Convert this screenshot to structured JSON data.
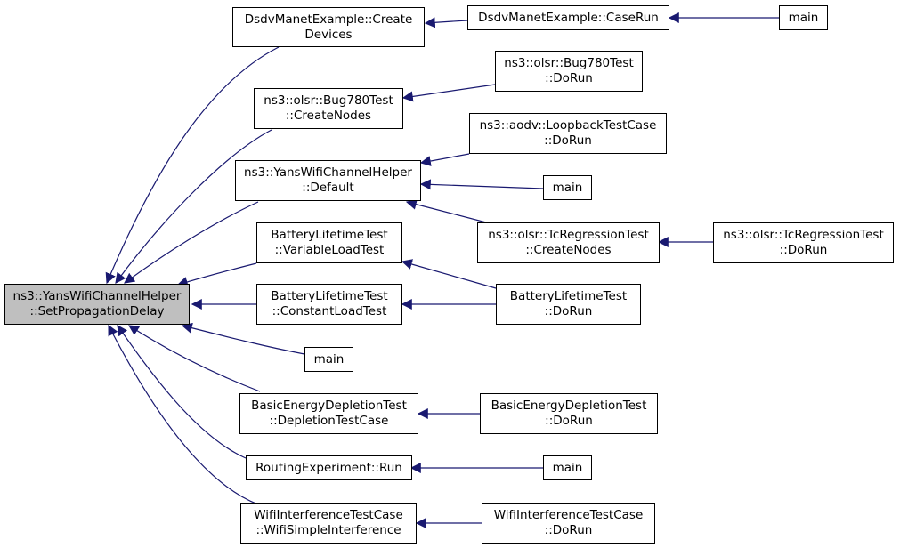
{
  "colors": {
    "edge": "#191970",
    "root_fill": "#bfbfbf",
    "node_fill": "#ffffff",
    "border": "#000000"
  },
  "nodes": {
    "root": [
      "ns3::YansWifiChannelHelper",
      "::SetPropagationDelay"
    ],
    "dsdv_create": [
      "DsdvManetExample::Create",
      "Devices"
    ],
    "dsdv_caserun": [
      "DsdvManetExample::CaseRun"
    ],
    "main_dsdv": [
      "main"
    ],
    "olsr_bug_create": [
      "ns3::olsr::Bug780Test",
      "::CreateNodes"
    ],
    "olsr_bug_dorun": [
      "ns3::olsr::Bug780Test",
      "::DoRun"
    ],
    "yans_default": [
      "ns3::YansWifiChannelHelper",
      "::Default"
    ],
    "aodv_loopback": [
      "ns3::aodv::LoopbackTestCase",
      "::DoRun"
    ],
    "main_default": [
      "main"
    ],
    "olsr_tc_create": [
      "ns3::olsr::TcRegressionTest",
      "::CreateNodes"
    ],
    "olsr_tc_dorun": [
      "ns3::olsr::TcRegressionTest",
      "::DoRun"
    ],
    "battery_variable": [
      "BatteryLifetimeTest",
      "::VariableLoadTest"
    ],
    "battery_constant": [
      "BatteryLifetimeTest",
      "::ConstantLoadTest"
    ],
    "battery_dorun": [
      "BatteryLifetimeTest",
      "::DoRun"
    ],
    "main_root": [
      "main"
    ],
    "energy_case": [
      "BasicEnergyDepletionTest",
      "::DepletionTestCase"
    ],
    "energy_dorun": [
      "BasicEnergyDepletionTest",
      "::DoRun"
    ],
    "routing_run": [
      "RoutingExperiment::Run"
    ],
    "main_routing": [
      "main"
    ],
    "wifi_simple": [
      "WifiInterferenceTestCase",
      "::WifiSimpleInterference"
    ],
    "wifi_dorun": [
      "WifiInterferenceTestCase",
      "::DoRun"
    ]
  }
}
